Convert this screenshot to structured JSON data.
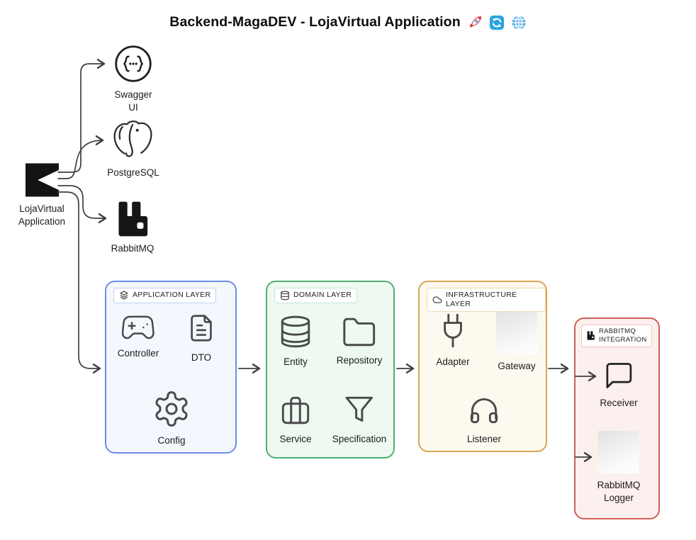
{
  "title": {
    "text": "Backend-MagaDEV - LojaVirtual Application"
  },
  "icons": {
    "rocket": "🚀",
    "refresh": "🔄",
    "globe": "🌐"
  },
  "colors": {
    "application_accent": "#6d8de6",
    "domain_accent": "#4fae70",
    "infrastructure_accent": "#d8a64e",
    "rabbitmq_accent": "#d05f5a",
    "connector": "#3f3f3f"
  },
  "nodes": {
    "swagger_ui": {
      "label": "Swagger UI"
    },
    "postgresql": {
      "label": "PostgreSQL"
    },
    "rabbitmq": {
      "label": "RabbitMQ"
    },
    "loja_virtual_app": {
      "label": "LojaVirtual\nApplication"
    }
  },
  "layers": {
    "application": {
      "title": "APPLICATION LAYER",
      "items": {
        "controller": "Controller",
        "dto": "DTO",
        "config": "Config"
      }
    },
    "domain": {
      "title": "DOMAIN LAYER",
      "items": {
        "entity": "Entity",
        "repository": "Repository",
        "service": "Service",
        "specification": "Specification"
      }
    },
    "infrastructure": {
      "title": "INFRASTRUCTURE LAYER",
      "items": {
        "adapter": "Adapter",
        "gateway": "Gateway",
        "listener": "Listener"
      }
    },
    "rabbitmq_integration": {
      "title": "RABBITMQ\nINTEGRATION",
      "items": {
        "receiver": "Receiver",
        "rabbitmq_logger": "RabbitMQ\nLogger"
      }
    }
  }
}
